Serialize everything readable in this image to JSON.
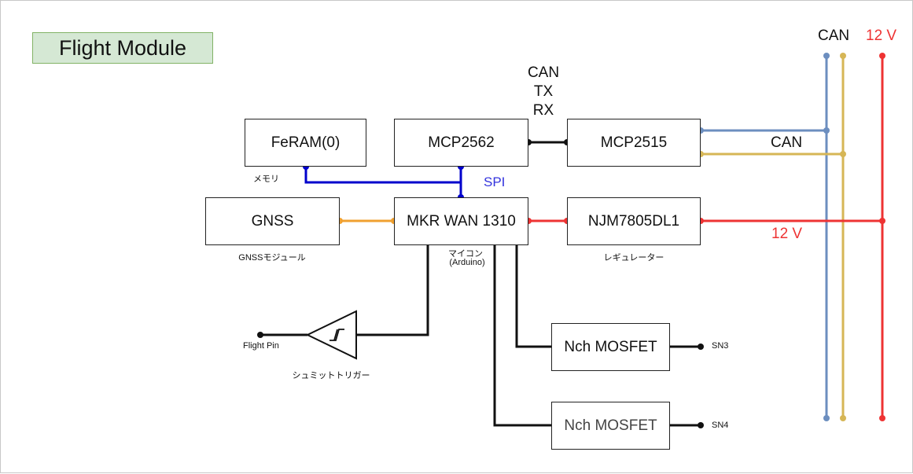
{
  "title": "Flight Module",
  "blocks": {
    "feram": "FeRAM(0)",
    "mcp2562": "MCP2562",
    "mcp2515": "MCP2515",
    "gnss": "GNSS",
    "mkr": "MKR WAN 1310",
    "njm": "NJM7805DL1",
    "mosfet1": "Nch MOSFET",
    "mosfet2": "Nch MOSFET"
  },
  "captions": {
    "memory": "メモリ",
    "gnss_module": "GNSSモジュール",
    "mcu_line1": "マイコン",
    "mcu_line2": "(Arduino)",
    "regulator": "レギュレーター",
    "schmitt": "シュミットトリガー"
  },
  "bus_labels": {
    "can_tx_rx": [
      "CAN",
      "TX",
      "RX"
    ],
    "spi": "SPI",
    "can_line": "CAN",
    "v12_line": "12 V",
    "can_top": "CAN",
    "v12_top": "12 V"
  },
  "terminals": {
    "flight_pin": "Flight Pin",
    "sn3": "SN3",
    "sn4": "SN4"
  },
  "colors": {
    "spi": "#0000cc",
    "can_blue": "#6c8ebf",
    "can_yellow": "#d6b656",
    "power": "#ee3333",
    "gnss_link": "#f0a030",
    "wire": "#111111",
    "title_fill": "#d5e8d4",
    "title_border": "#82b366"
  },
  "icons": {
    "schmitt_trigger": "schmitt-trigger-buffer-icon"
  }
}
